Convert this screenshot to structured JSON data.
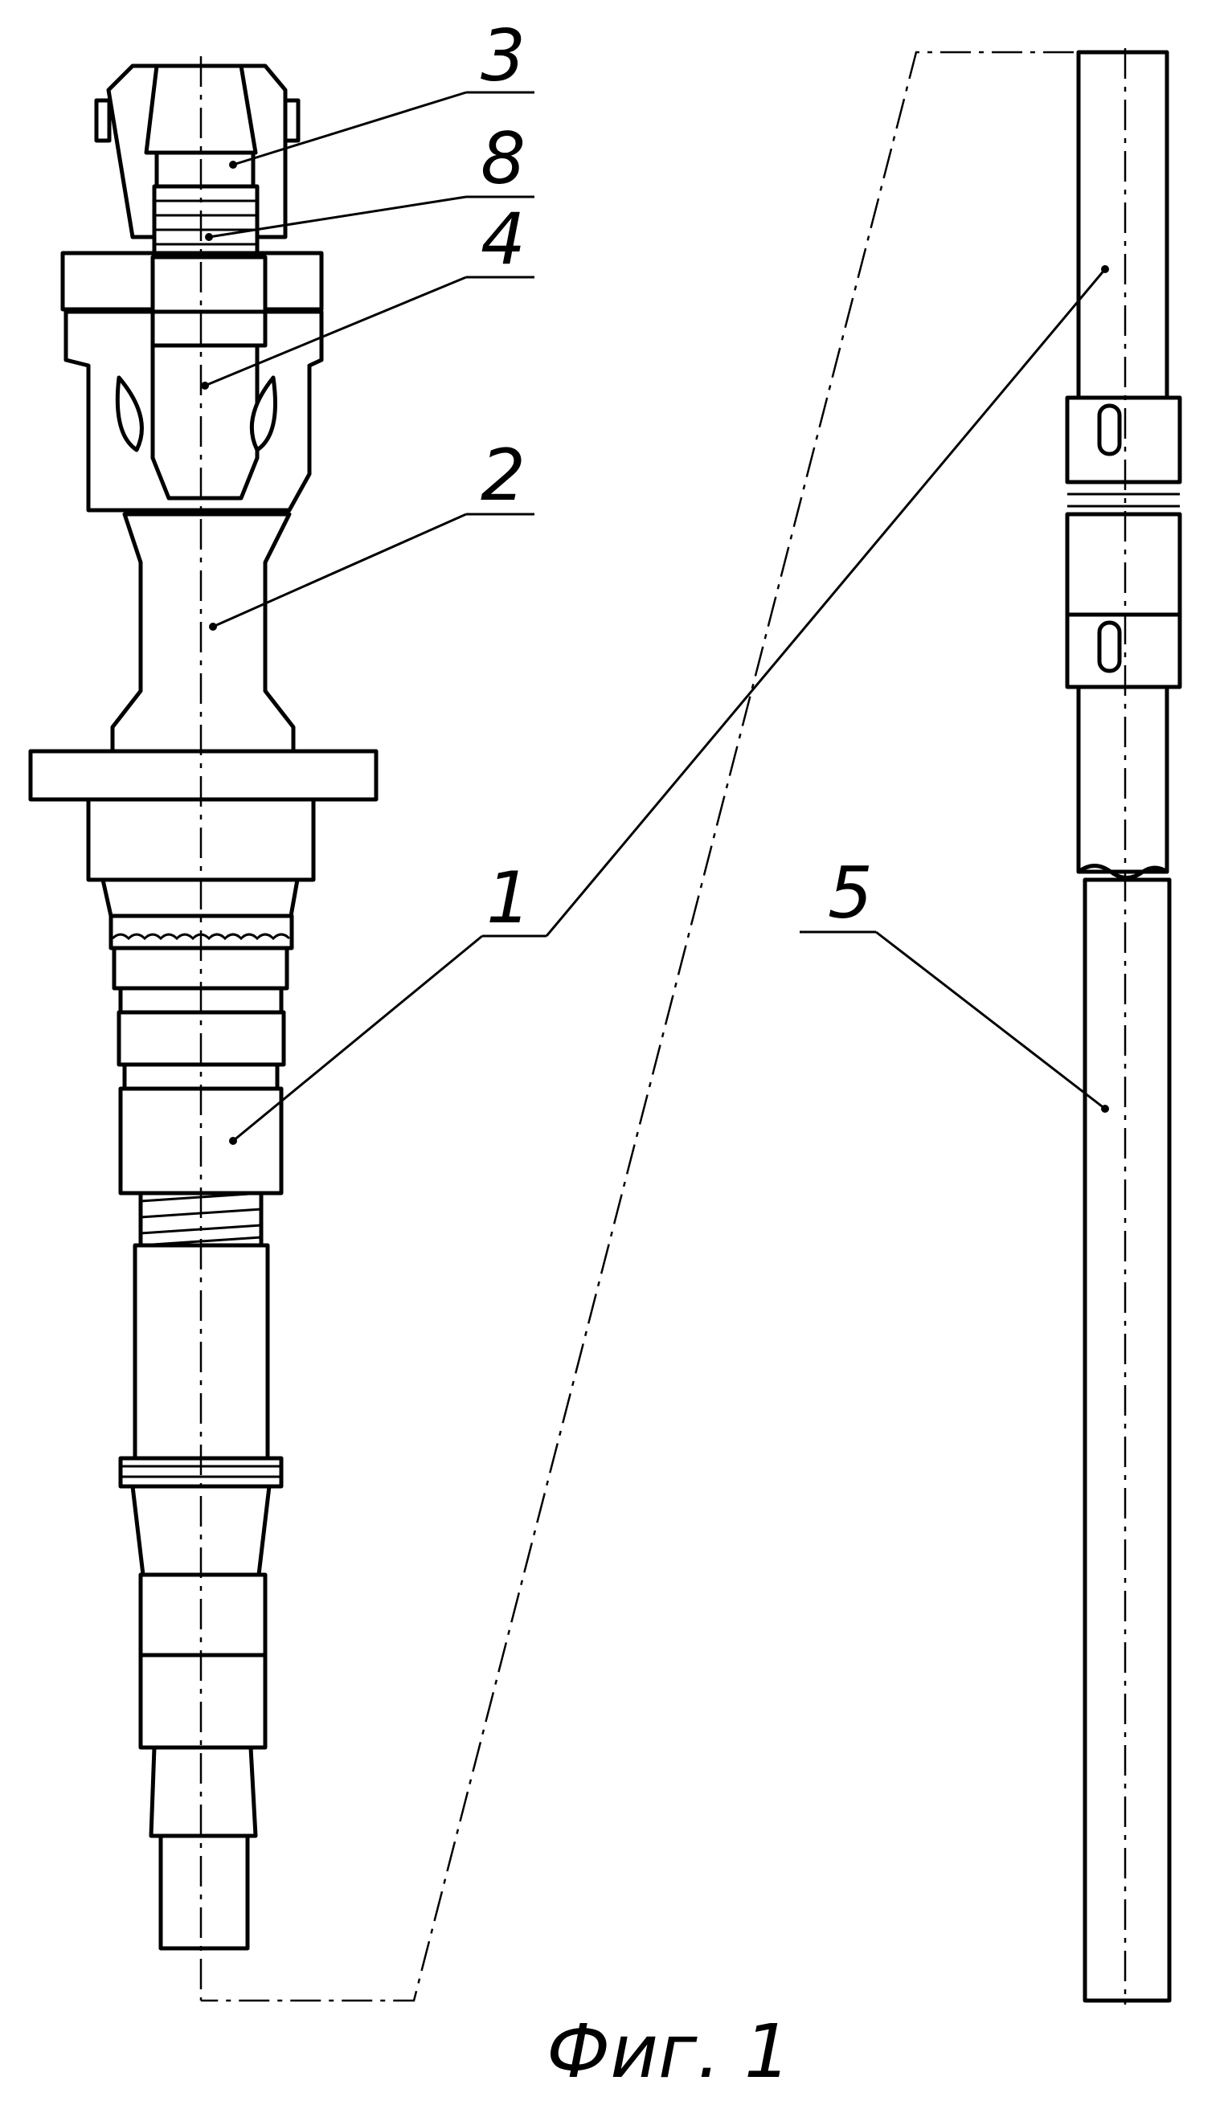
{
  "labels": {
    "part1": "1",
    "part2": "2",
    "part3": "3",
    "part4": "4",
    "part5": "5",
    "part8": "8"
  },
  "caption": "Фиг. 1"
}
